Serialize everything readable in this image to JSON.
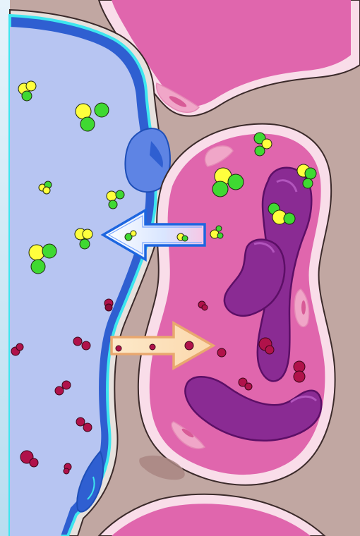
{
  "diagram": {
    "colors": {
      "background_left_strip": "#d6ecf7",
      "interstitium": "#c1a7a2",
      "capillary_lumen": "#b7c5f2",
      "capillary_wall": "#2f5fd1",
      "capillary_wall_glow": "#3de6ef",
      "endothelial_nucleus": "#5e84e4",
      "cell_cytoplasm": "#e066ad",
      "cell_membrane": "#ffffff",
      "cell_membrane_halo": "#f3d8e6",
      "mitochondrion": "#8a2b93",
      "mitochondrion_edge": "#5c0f66",
      "golgi_pink": "#f0a6c8",
      "nutrient_yellow": "#ffff3d",
      "nutrient_green": "#3fd932",
      "waste_crimson": "#b0124a",
      "arrow_in_fill": "#ffffff",
      "arrow_in_edge": "#1d66e0",
      "arrow_out_fill": "#fde1b6",
      "arrow_out_edge": "#e9a86f"
    },
    "flows": [
      {
        "name": "nutrient-intake-arrow",
        "direction": "cell-to-capillary-left"
      },
      {
        "name": "waste-release-arrow",
        "direction": "capillary-to-cell-right"
      }
    ]
  }
}
